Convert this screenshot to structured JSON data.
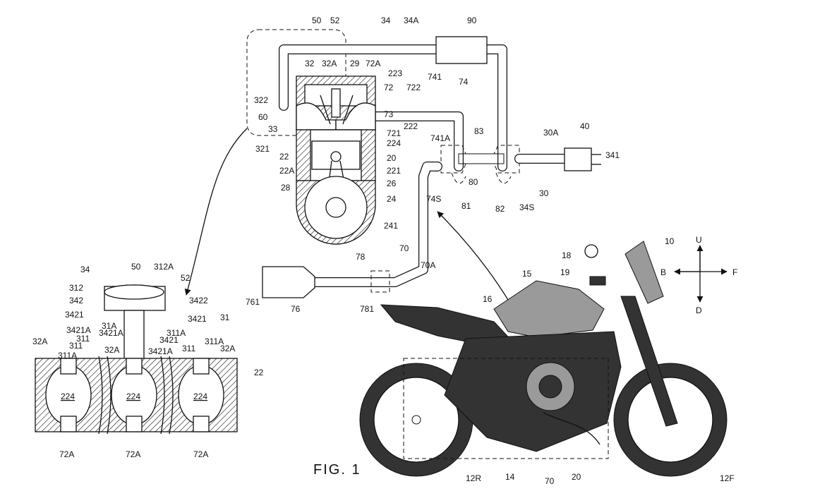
{
  "figure": {
    "title": "FIG. 1",
    "directions": {
      "up": "U",
      "down": "D",
      "back": "B",
      "front": "F"
    },
    "engine_labels": [
      {
        "id": "e50",
        "text": "50"
      },
      {
        "id": "e52",
        "text": "52"
      },
      {
        "id": "e34",
        "text": "34"
      },
      {
        "id": "e34A",
        "text": "34A"
      },
      {
        "id": "e90",
        "text": "90"
      },
      {
        "id": "e32",
        "text": "32"
      },
      {
        "id": "e32A",
        "text": "32A"
      },
      {
        "id": "e29",
        "text": "29"
      },
      {
        "id": "e72A",
        "text": "72A"
      },
      {
        "id": "e223",
        "text": "223"
      },
      {
        "id": "e72",
        "text": "72"
      },
      {
        "id": "e722",
        "text": "722"
      },
      {
        "id": "e741",
        "text": "741"
      },
      {
        "id": "e74",
        "text": "74"
      },
      {
        "id": "e322",
        "text": "322"
      },
      {
        "id": "e60",
        "text": "60"
      },
      {
        "id": "e73",
        "text": "73"
      },
      {
        "id": "e222",
        "text": "222"
      },
      {
        "id": "e741A",
        "text": "741A"
      },
      {
        "id": "e33",
        "text": "33"
      },
      {
        "id": "e721",
        "text": "721"
      },
      {
        "id": "e224",
        "text": "224"
      },
      {
        "id": "e321",
        "text": "321"
      },
      {
        "id": "e22",
        "text": "22"
      },
      {
        "id": "e20",
        "text": "20"
      },
      {
        "id": "e22A",
        "text": "22A"
      },
      {
        "id": "e221",
        "text": "221"
      },
      {
        "id": "e28",
        "text": "28"
      },
      {
        "id": "e26",
        "text": "26"
      },
      {
        "id": "e24",
        "text": "24"
      },
      {
        "id": "e241",
        "text": "241"
      },
      {
        "id": "e83",
        "text": "83"
      },
      {
        "id": "e30A",
        "text": "30A"
      },
      {
        "id": "e40",
        "text": "40"
      },
      {
        "id": "e341",
        "text": "341"
      },
      {
        "id": "e30",
        "text": "30"
      },
      {
        "id": "e80",
        "text": "80"
      },
      {
        "id": "e74S",
        "text": "74S"
      },
      {
        "id": "e81",
        "text": "81"
      },
      {
        "id": "e82",
        "text": "82"
      },
      {
        "id": "e34S",
        "text": "34S"
      },
      {
        "id": "e70",
        "text": "70"
      },
      {
        "id": "e70A",
        "text": "70A"
      },
      {
        "id": "e78",
        "text": "78"
      },
      {
        "id": "e761",
        "text": "761"
      },
      {
        "id": "e76",
        "text": "76"
      },
      {
        "id": "e781",
        "text": "781"
      }
    ],
    "detail_labels": [
      {
        "id": "d34",
        "text": "34"
      },
      {
        "id": "d50",
        "text": "50"
      },
      {
        "id": "d312A",
        "text": "312A"
      },
      {
        "id": "d312",
        "text": "312"
      },
      {
        "id": "d52",
        "text": "52"
      },
      {
        "id": "d342",
        "text": "342"
      },
      {
        "id": "d3422",
        "text": "3422"
      },
      {
        "id": "d3421a",
        "text": "3421"
      },
      {
        "id": "d3421b",
        "text": "3421"
      },
      {
        "id": "d31",
        "text": "31"
      },
      {
        "id": "d3421Aa",
        "text": "3421A"
      },
      {
        "id": "d31A",
        "text": "31A"
      },
      {
        "id": "d311Aa",
        "text": "311A"
      },
      {
        "id": "d3421Ab",
        "text": "3421A"
      },
      {
        "id": "d311a",
        "text": "311"
      },
      {
        "id": "d3421c",
        "text": "3421"
      },
      {
        "id": "d311Ab",
        "text": "311A"
      },
      {
        "id": "d311Ac",
        "text": "311A"
      },
      {
        "id": "d32Aa",
        "text": "32A"
      },
      {
        "id": "d311b",
        "text": "311"
      },
      {
        "id": "d3421Ac",
        "text": "3421A"
      },
      {
        "id": "d311c",
        "text": "311"
      },
      {
        "id": "d32Ab",
        "text": "32A"
      },
      {
        "id": "d32Ac",
        "text": "32A"
      },
      {
        "id": "d22",
        "text": "22"
      },
      {
        "id": "d224a",
        "text": "224"
      },
      {
        "id": "d224b",
        "text": "224"
      },
      {
        "id": "d224c",
        "text": "224"
      },
      {
        "id": "d72Aa",
        "text": "72A"
      },
      {
        "id": "d72Ab",
        "text": "72A"
      },
      {
        "id": "d72Ac",
        "text": "72A"
      }
    ],
    "bike_labels": [
      {
        "id": "b10",
        "text": "10"
      },
      {
        "id": "b18",
        "text": "18"
      },
      {
        "id": "b19",
        "text": "19"
      },
      {
        "id": "b15",
        "text": "15"
      },
      {
        "id": "b16",
        "text": "16"
      },
      {
        "id": "b12R",
        "text": "12R"
      },
      {
        "id": "b14",
        "text": "14"
      },
      {
        "id": "b70",
        "text": "70"
      },
      {
        "id": "b20",
        "text": "20"
      },
      {
        "id": "b12F",
        "text": "12F"
      }
    ]
  }
}
